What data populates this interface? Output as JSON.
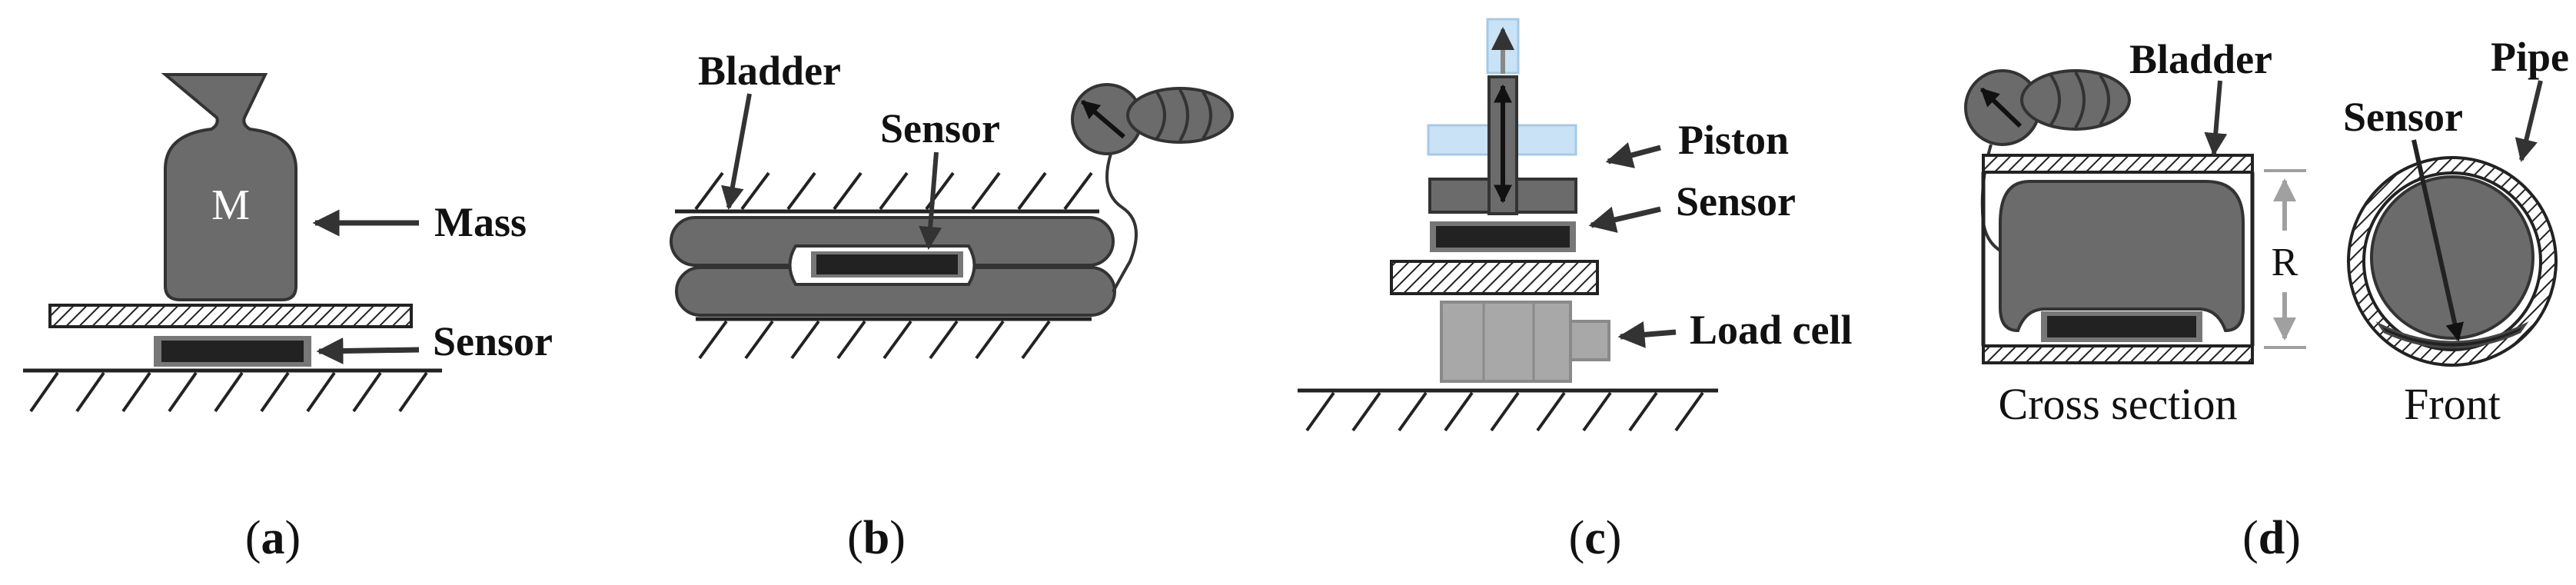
{
  "panels": {
    "a": {
      "caption_open": "(",
      "caption_letter": "a",
      "caption_close": ")",
      "mass_letter": "M",
      "mass_label": "Mass",
      "sensor_label": "Sensor"
    },
    "b": {
      "caption_open": "(",
      "caption_letter": "b",
      "caption_close": ")",
      "bladder_label": "Bladder",
      "sensor_label": "Sensor"
    },
    "c": {
      "caption_open": "(",
      "caption_letter": "c",
      "caption_close": ")",
      "piston_label": "Piston",
      "sensor_label": "Sensor",
      "load_cell_label": "Load cell"
    },
    "d": {
      "caption_open": "(",
      "caption_letter": "d",
      "caption_close": ")",
      "bladder_label": "Bladder",
      "pipe_label": "Pipe",
      "sensor_label": "Sensor",
      "radius_label": "R",
      "cross_section_label": "Cross section",
      "front_label": "Front"
    }
  },
  "colors": {
    "body_gray": "#6b6b6b",
    "sensor_black": "#222222",
    "load_cell_gray": "#a8a8a8",
    "piston_blue": "#c9e2f5",
    "arrow_gray": "#a0a0a0"
  }
}
